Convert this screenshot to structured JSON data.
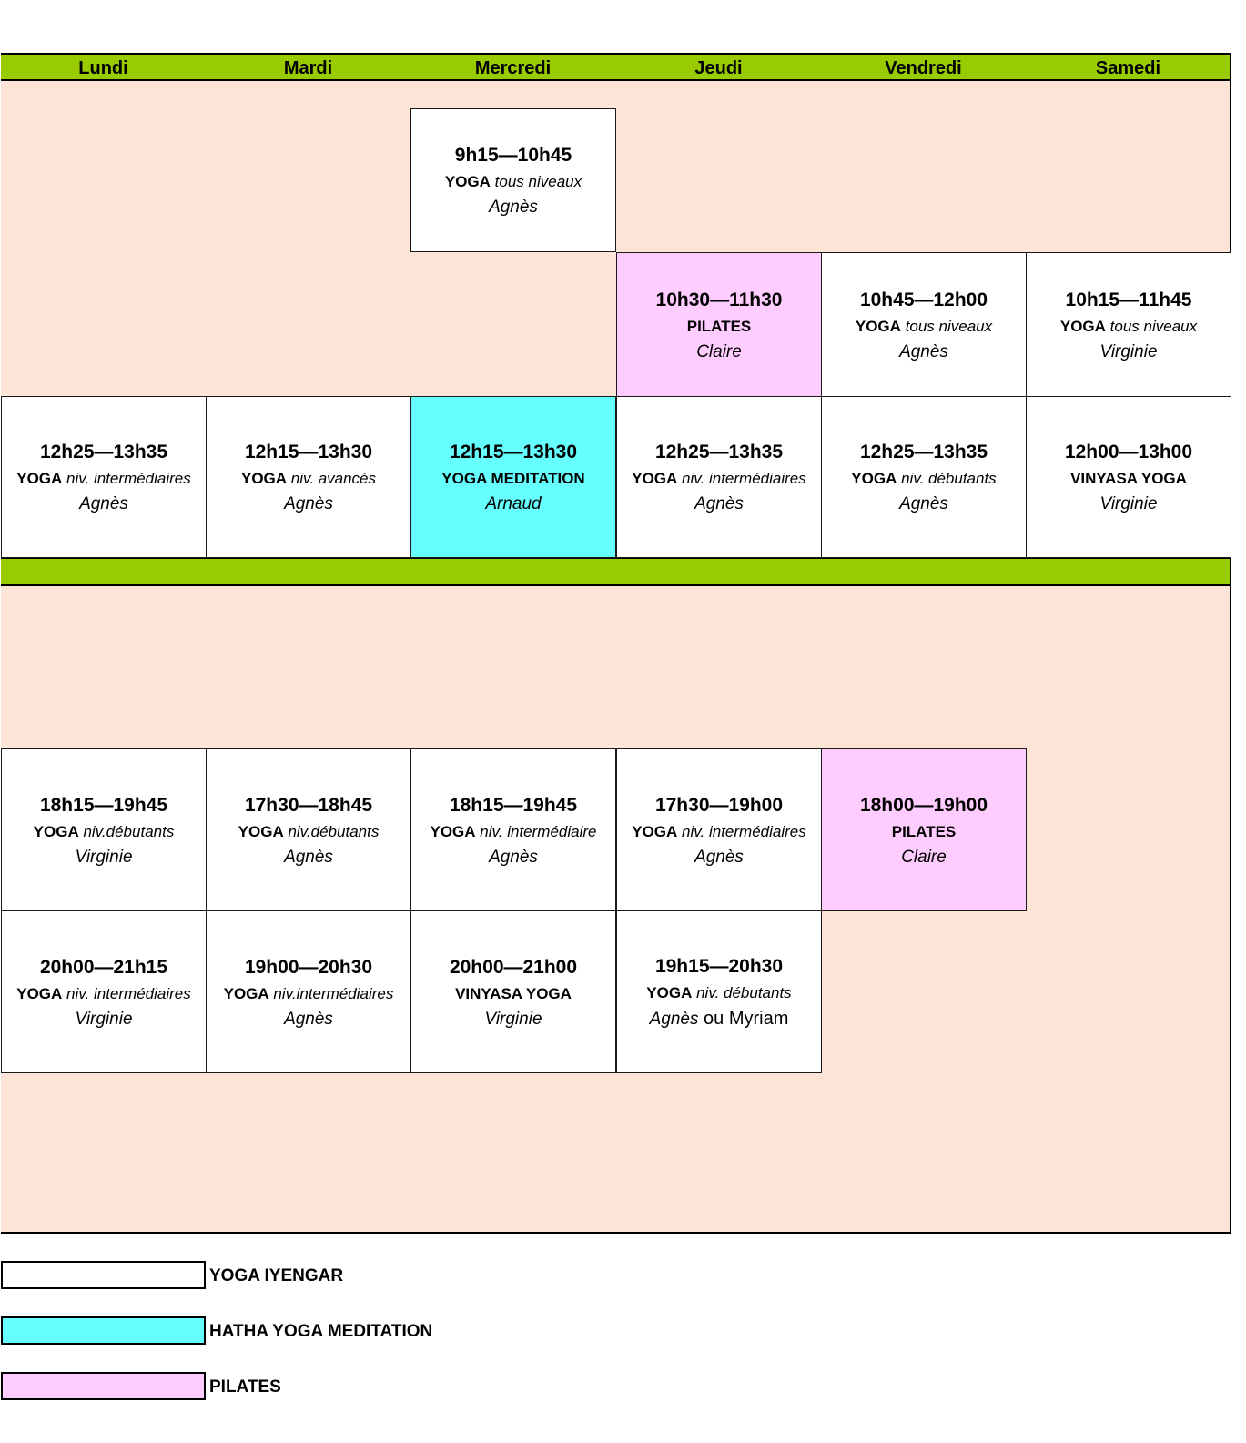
{
  "days": [
    "Lundi",
    "Mardi",
    "Mercredi",
    "Jeudi",
    "Vendredi",
    "Samedi"
  ],
  "colors": {
    "header_green": "#99cc00",
    "background_peach": "#fce4d6",
    "yoga_white": "#ffffff",
    "meditation_cyan": "#66ffff",
    "pilates_pink": "#ffccff"
  },
  "slots": {
    "mer_morning": {
      "time": "9h15—10h45",
      "yoga": "YOGA",
      "level": "tous niveaux",
      "teacher": "Agnès"
    },
    "jeu_morning": {
      "time": "10h30—11h30",
      "yoga": "PILATES",
      "level": "",
      "teacher": "Claire"
    },
    "ven_morning": {
      "time": "10h45—12h00",
      "yoga": "YOGA",
      "level": "tous niveaux",
      "teacher": "Agnès"
    },
    "sam_morning": {
      "time": "10h15—11h45",
      "yoga": "YOGA",
      "level": "tous niveaux",
      "teacher": "Virginie"
    },
    "lun_noon": {
      "time": "12h25—13h35",
      "yoga": "YOGA",
      "level": "niv. intermédiaires",
      "teacher": "Agnès"
    },
    "mar_noon": {
      "time": "12h15—13h30",
      "yoga": "YOGA",
      "level": "niv. avancés",
      "teacher": "Agnès"
    },
    "mer_noon": {
      "time": "12h15—13h30",
      "yoga": "YOGA MEDITATION",
      "level": "",
      "teacher": "Arnaud"
    },
    "jeu_noon": {
      "time": "12h25—13h35",
      "yoga": "YOGA",
      "level": "niv. intermédiaires",
      "teacher": "Agnès"
    },
    "ven_noon": {
      "time": "12h25—13h35",
      "yoga": "YOGA",
      "level": "niv. débutants",
      "teacher": "Agnès"
    },
    "sam_noon": {
      "time": "12h00—13h00",
      "yoga": "VINYASA YOGA",
      "level": "",
      "teacher": "Virginie"
    },
    "lun_eve1": {
      "time": "18h15—19h45",
      "yoga": "YOGA",
      "level": "niv.débutants",
      "teacher": "Virginie"
    },
    "mar_eve1": {
      "time": "17h30—18h45",
      "yoga": "YOGA",
      "level": "niv.débutants",
      "teacher": "Agnès"
    },
    "mer_eve1": {
      "time": "18h15—19h45",
      "yoga": "YOGA",
      "level": "niv. intermédiaire",
      "teacher": "Agnès"
    },
    "jeu_eve1": {
      "time": "17h30—19h00",
      "yoga": "YOGA",
      "level": "niv. intermédiaires",
      "teacher": "Agnès"
    },
    "ven_eve1": {
      "time": "18h00—19h00",
      "yoga": "PILATES",
      "level": "",
      "teacher": "Claire"
    },
    "lun_eve2": {
      "time": "20h00—21h15",
      "yoga": "YOGA",
      "level": "niv. intermédiaires",
      "teacher": "Virginie"
    },
    "mar_eve2": {
      "time": "19h00—20h30",
      "yoga": "YOGA",
      "level": "niv.intermédiaires",
      "teacher": "Agnès"
    },
    "mer_eve2": {
      "time": "20h00—21h00",
      "yoga": "VINYASA YOGA",
      "level": "",
      "teacher": "Virginie"
    },
    "jeu_eve2": {
      "time": "19h15—20h30",
      "yoga": "YOGA",
      "level": "niv. débutants",
      "teacher": "Agnès",
      "teacher_rest": " ou Myriam"
    }
  },
  "legend": [
    {
      "label": "YOGA IYENGAR",
      "color": "#ffffff"
    },
    {
      "label": "HATHA YOGA MEDITATION",
      "color": "#66ffff"
    },
    {
      "label": "PILATES",
      "color": "#ffccff"
    }
  ]
}
